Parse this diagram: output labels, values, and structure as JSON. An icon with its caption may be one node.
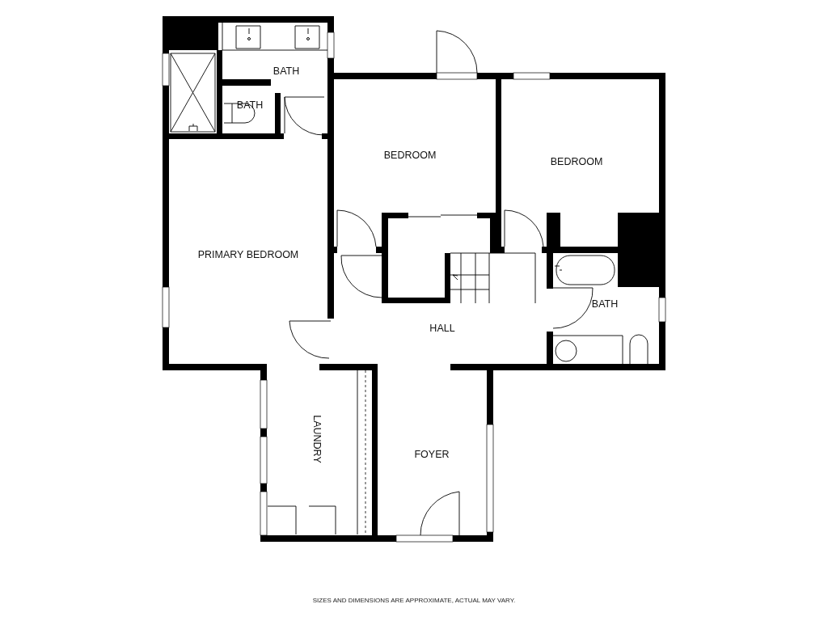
{
  "diagram": {
    "caption": "SIZES AND DIMENSIONS ARE APPROXIMATE, ACTUAL MAY VARY.",
    "labels": [
      "BATH",
      "BATH",
      "BEDROOM",
      "BEDROOM",
      "PRIMARY BEDROOM",
      "BATH",
      "HALL",
      "LAUNDRY",
      "FOYER"
    ]
  }
}
